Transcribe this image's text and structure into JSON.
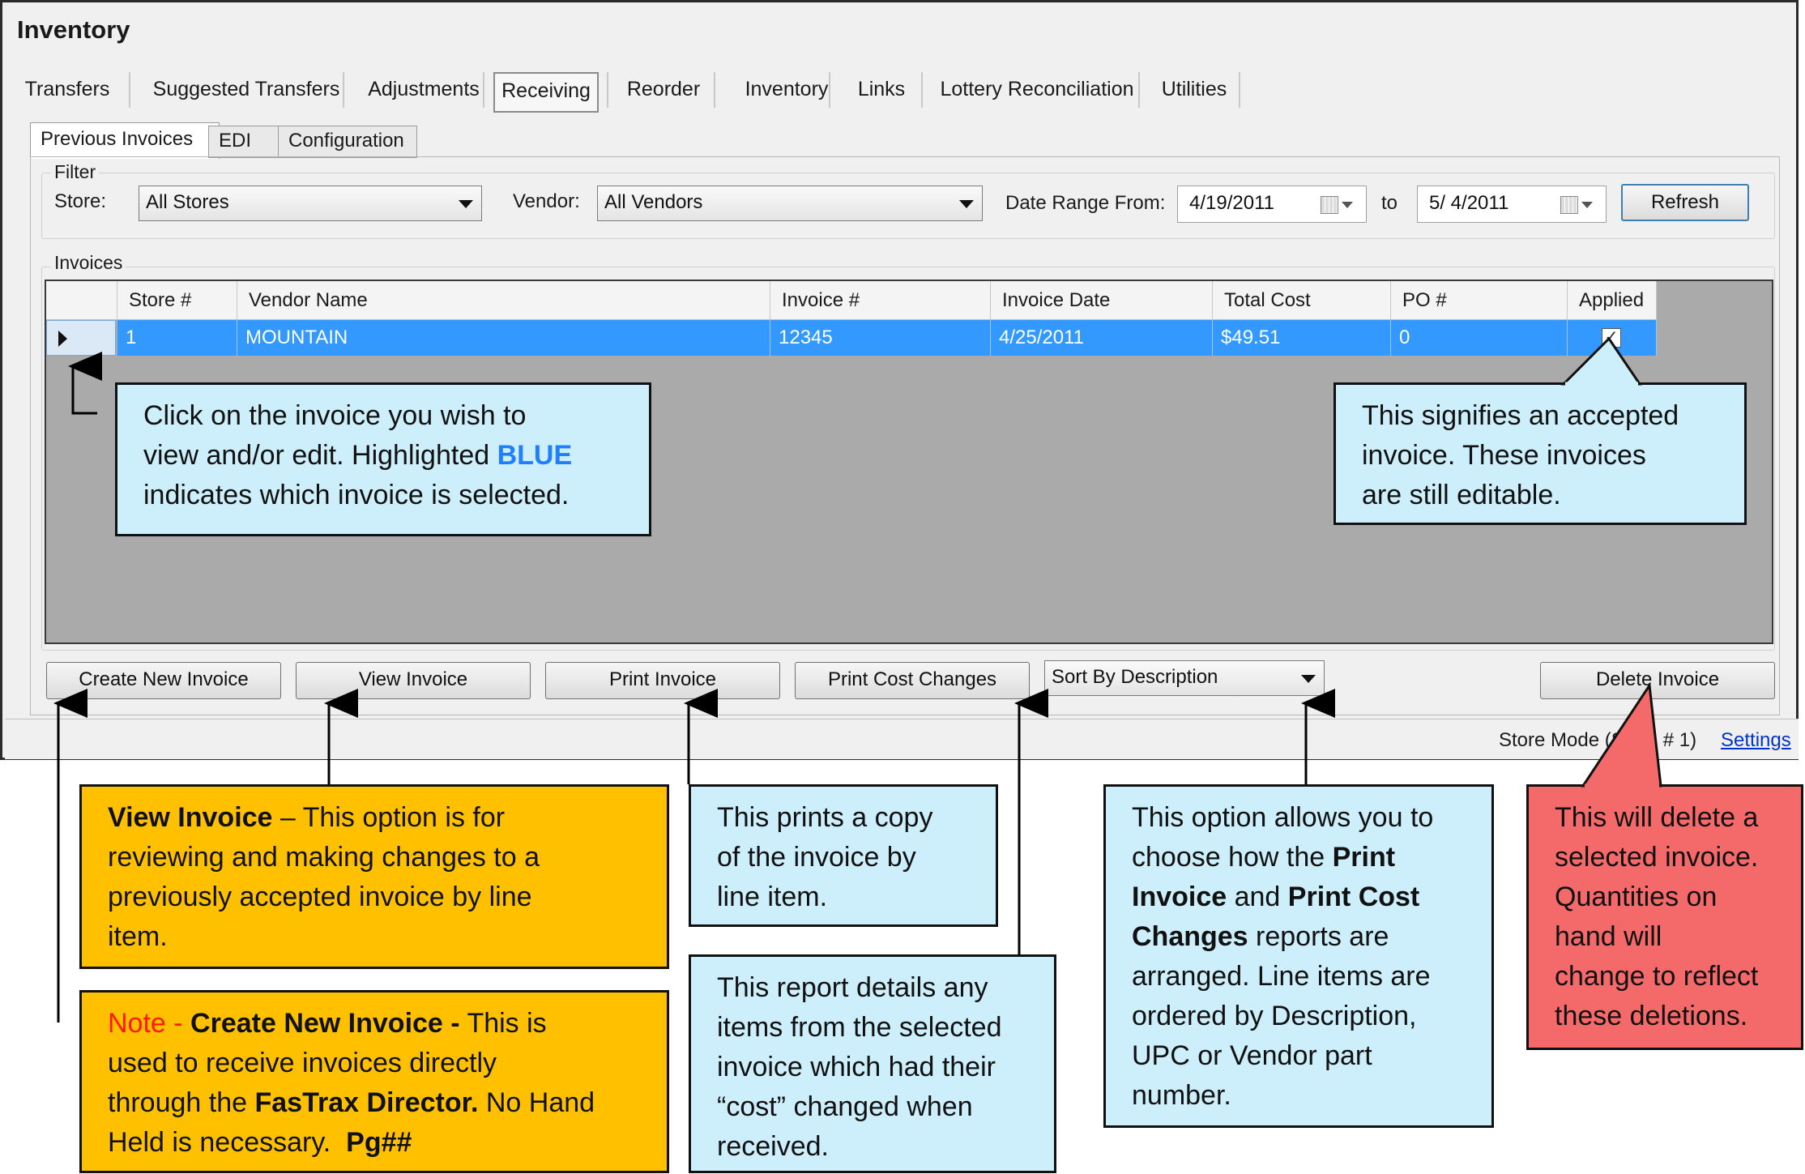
{
  "window": {
    "title": "Inventory"
  },
  "tabs": [
    "Transfers",
    "Suggested Transfers",
    "Adjustments",
    "Receiving",
    "Reorder",
    "Inventory",
    "Links",
    "Lottery Reconciliation",
    "Utilities"
  ],
  "active_tab": "Receiving",
  "subtabs": [
    "Previous Invoices",
    "EDI",
    "Configuration"
  ],
  "active_subtab": "Previous Invoices",
  "filter": {
    "group_label": "Filter",
    "store_label": "Store:",
    "store_value": "All Stores",
    "vendor_label": "Vendor:",
    "vendor_value": "All Vendors",
    "date_range_label": "Date Range From:",
    "date_from": "4/19/2011",
    "to_label": "to",
    "date_to": "5/  4/2011",
    "refresh_button": "Refresh"
  },
  "invoices": {
    "group_label": "Invoices",
    "columns": [
      "Store #",
      "Vendor Name",
      "Invoice #",
      "Invoice Date",
      "Total Cost",
      "PO #",
      "Applied"
    ],
    "rows": [
      {
        "store": "1",
        "vendor": "MOUNTAIN",
        "invoice": "12345",
        "date": "4/25/2011",
        "total": "$49.51",
        "po": "0",
        "applied": true
      }
    ]
  },
  "buttons": {
    "create": "Create New Invoice",
    "view": "View Invoice",
    "print": "Print Invoice",
    "print_cost": "Print Cost Changes",
    "sort_value": "Sort By Description",
    "delete": "Delete Invoice"
  },
  "statusbar": {
    "mode_text": "Store Mode (Store # 1)",
    "settings_link": "Settings"
  },
  "callouts": {
    "select": {
      "l1": "Click on the invoice you wish to",
      "l2a": "view and/or edit. Highlighted ",
      "l2b": "BLUE",
      "l3": "indicates which invoice is selected."
    },
    "applied": {
      "l1": "This signifies an accepted",
      "l2": "invoice. These invoices",
      "l3": "are still editable."
    },
    "view": {
      "b1": "View Invoice",
      "t1": " – This option is for",
      "l2": "reviewing and making changes to a",
      "l3": "previously accepted invoice by line",
      "l4": "item."
    },
    "note": {
      "r1": "Note - ",
      "b1": "Create New Invoice -",
      "t1": " This is",
      "l2": "used to receive invoices directly",
      "l3a": "through the ",
      "l3b": "FasTrax Director.",
      "l3c": " No Hand",
      "l4a": "Held is necessary.  ",
      "l4b": "Pg##"
    },
    "print": {
      "l1": "This prints a copy",
      "l2": "of the invoice by",
      "l3": "line item."
    },
    "cost": {
      "l1": "This report details any",
      "l2": "items from the selected",
      "l3": "invoice which had their",
      "l4": "“cost” changed when",
      "l5": "received."
    },
    "sort": {
      "l1": "This option allows you to",
      "l2a": "choose how the ",
      "l2b": "Print",
      "l3a": "Invoice",
      "l3b": " and ",
      "l3c": "Print Cost",
      "l4a": "Changes",
      "l4b": " reports are",
      "l5": "arranged. Line items are",
      "l6": "ordered by Description,",
      "l7": "UPC or Vendor part",
      "l8": "number."
    },
    "delete": {
      "l1": "This will delete a",
      "l2": "selected invoice.",
      "l3": "Quantities on",
      "l4": "hand will",
      "l5": "change to reflect",
      "l6": "these deletions."
    }
  }
}
